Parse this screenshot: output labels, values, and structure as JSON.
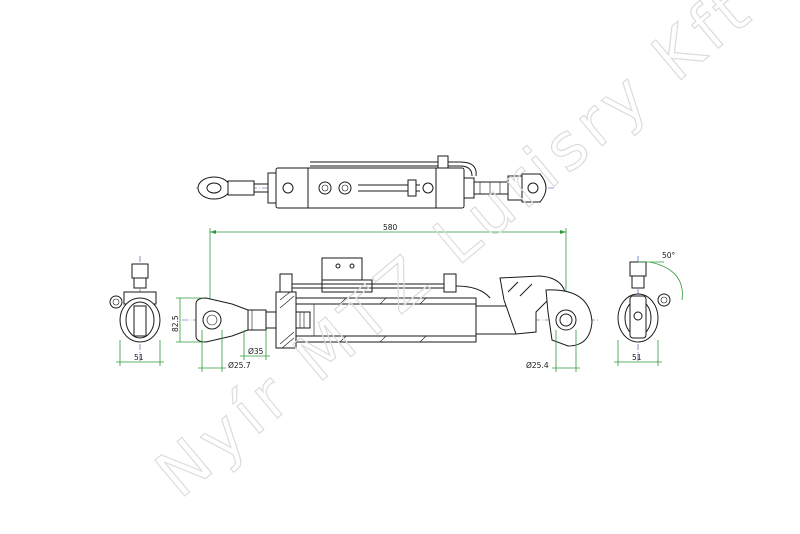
{
  "watermark": "Nyír MTZ Lurisry Kft",
  "dimensions": {
    "overall_length": "580",
    "eye_height": "82.5",
    "rod_diameter": "Ø35",
    "pin_diameter_left": "Ø25.7",
    "pin_diameter_right": "Ø25.4",
    "width_left": "51",
    "width_right": "51",
    "angle_right": "50°"
  }
}
